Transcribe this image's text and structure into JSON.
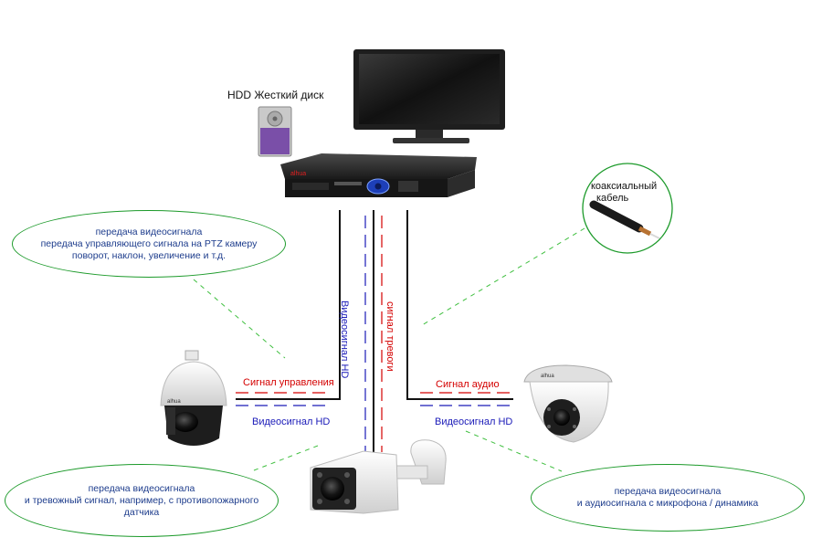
{
  "labels": {
    "hdd": "HDD Жесткий диск",
    "control_signal": "Сигнал управления",
    "video_hd_left": "Видеосигнал HD",
    "video_hd_vertical": "Видеосигнал HD",
    "alarm_signal_vertical": "сигнал тревоги",
    "audio_signal": "Сигнал аудио",
    "video_hd_right": "Видеосигнал HD",
    "coax_line1": "коаксиальный",
    "coax_line2": "кабель",
    "dvr_brand": "alhua"
  },
  "bubbles": {
    "ptz": {
      "line1": "передача видеосигнала",
      "line2": "передача управляющего сигнала на PTZ камеру",
      "line3": "поворот, наклон, увеличение и т.д."
    },
    "bullet": {
      "line1": "передача видеосигнала",
      "line2": "и тревожный сигнал, например, с противопожарного",
      "line3": "датчика"
    },
    "dome": {
      "line1": "передача видеосигнала",
      "line2": "и аудиосигнала  с микрофона / динамика"
    }
  },
  "colors": {
    "red": "#d40000",
    "blue": "#1a1ab8",
    "green": "#1c9a2a",
    "black": "#111111"
  }
}
